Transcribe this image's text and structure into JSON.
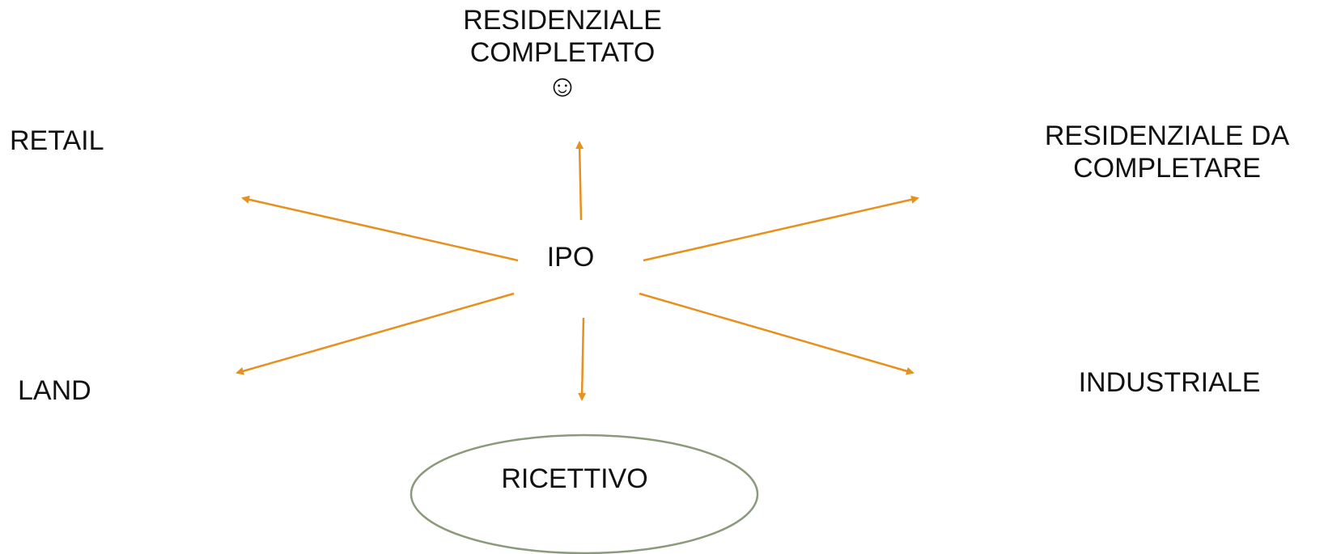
{
  "diagram": {
    "center": "IPO",
    "nodes": {
      "residenziale_completato": {
        "lines": [
          "RESIDENZIALE",
          "COMPLETATO"
        ],
        "emoji": "☺"
      },
      "retail": "RETAIL",
      "residenziale_da_completare": {
        "lines": [
          "RESIDENZIALE DA",
          "COMPLETARE"
        ]
      },
      "land": "LAND",
      "industriale": "INDUSTRIALE",
      "ricettivo": "RICETTIVO"
    },
    "colors": {
      "arrow": "#E8901E",
      "ellipse_stroke": "#8A9A7A",
      "text": "#111111"
    }
  }
}
